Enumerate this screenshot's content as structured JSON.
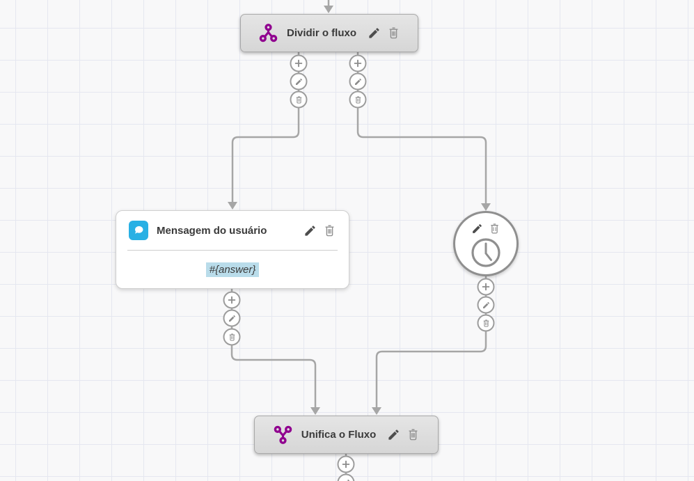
{
  "nodes": {
    "split": {
      "label": "Dividir o fluxo",
      "icon": "split-flow-icon"
    },
    "message": {
      "label": "Mensagem do usuário",
      "body": "#{answer}",
      "icon": "chat-bubble-icon"
    },
    "timer": {
      "icon": "clock-icon"
    },
    "merge": {
      "label": "Unifica o Fluxo",
      "icon": "merge-flow-icon"
    }
  },
  "icons": {
    "add": "plus-icon",
    "edit": "pencil-icon",
    "delete": "trash-icon"
  },
  "colors": {
    "accent_purple": "#90008f",
    "accent_blue": "#29b0e4",
    "highlight_blue": "#b9dcea",
    "node_gray": "#dcdcdc",
    "connector": "#a6a6a6",
    "grid_line": "#e5e7f0",
    "canvas_bg": "#f8f8f9"
  }
}
